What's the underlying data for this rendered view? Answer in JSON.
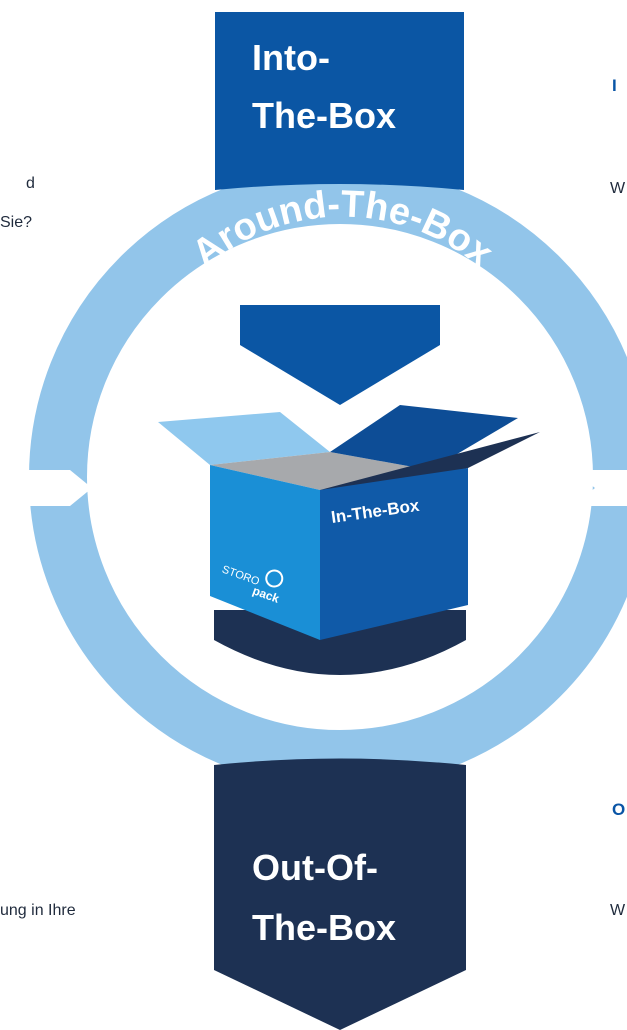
{
  "colors": {
    "into_blue": "#0b56a4",
    "out_navy": "#1d3153",
    "ring_light": "#92c5ea",
    "box_mid": "#1a8fd6",
    "box_dark": "#105aa8",
    "white": "#ffffff"
  },
  "diagram": {
    "top_arrow_line1": "Into-",
    "top_arrow_line2": "The-Box",
    "ring_label": "Around-The-Box",
    "box_label": "In-The-Box",
    "brand_storo": "STORO",
    "brand_pack": "pack",
    "bottom_arrow_line1": "Out-Of-",
    "bottom_arrow_line2": "The-Box"
  },
  "left_column": {
    "line1": "d",
    "line2": "Sie?",
    "line3": "ung in Ihre"
  },
  "right_column": {
    "head_top": "I",
    "text_top": "W",
    "head_bottom": "O",
    "text_bottom": "W"
  }
}
